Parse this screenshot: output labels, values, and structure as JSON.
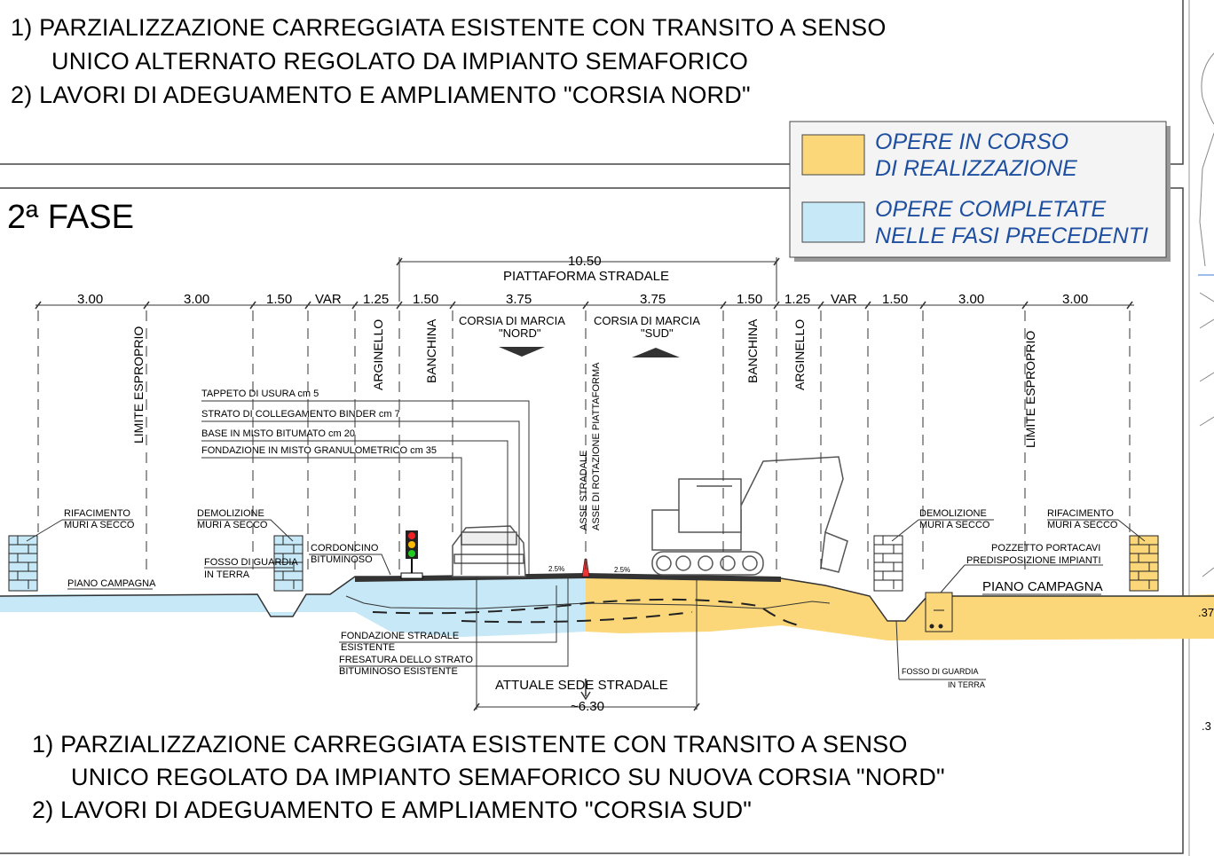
{
  "phase1": {
    "note1_line1": "1) PARZIALIZZAZIONE CARREGGIATA ESISTENTE CON TRANSITO A SENSO",
    "note1_line2": "UNICO ALTERNATO REGOLATO DA IMPIANTO SEMAFORICO",
    "note2": "2) LAVORI DI ADEGUAMENTO E AMPLIAMENTO \"CORSIA NORD\""
  },
  "legend": {
    "in_progress_line1": "OPERE IN CORSO",
    "in_progress_line2": "DI REALIZZAZIONE",
    "completed_line1": "OPERE COMPLETATE",
    "completed_line2": "NELLE FASI PRECEDENTI",
    "in_progress_color": "#fcd77a",
    "completed_color": "#c6e8f7"
  },
  "phase2": {
    "title": "2ª FASE",
    "platform_width": "10.50",
    "platform_label": "PIATTAFORMA STRADALE",
    "dims": [
      "3.00",
      "3.00",
      "1.50",
      "VAR",
      "1.25",
      "1.50",
      "3.75",
      "3.75",
      "1.50",
      "1.25",
      "VAR",
      "1.50",
      "3.00",
      "3.00"
    ],
    "lane_nord_1": "CORSIA DI MARCIA",
    "lane_nord_2": "\"NORD\"",
    "lane_sud_1": "CORSIA DI MARCIA",
    "lane_sud_2": "\"SUD\"",
    "limite": "LIMITE ESPROPRIO",
    "arginello": "ARGINELLO",
    "banchina": "BANCHINA",
    "axis_1": "ASSE STRADALE",
    "axis_2": "ASSE DI ROTAZIONE PIATTAFORMA",
    "layers": [
      "TAPPETO DI USURA cm 5",
      "STRATO DI COLLEGAMENTO BINDER cm 7",
      "BASE IN MISTO BITUMATO cm 20",
      "FONDAZIONE IN MISTO GRANULOMETRICO cm 35"
    ],
    "rifacimento_1": "RIFACIMENTO",
    "rifacimento_2": "MURI A SECCO",
    "demolizione_1": "DEMOLIZIONE",
    "demolizione_2": "MURI A SECCO",
    "cordoncino_1": "CORDONCINO",
    "cordoncino_2": "BITUMINOSO",
    "fosso_1": "FOSSO DI GUARDIA",
    "fosso_2": "IN TERRA",
    "piano_campagna": "PIANO CAMPAGNA",
    "pozzetto_1": "POZZETTO PORTACAVI",
    "pozzetto_2": "PREDISPOSIZIONE IMPIANTI",
    "slope": "2.5%",
    "fondazione_1": "FONDAZIONE STRADALE",
    "fondazione_2": "ESISTENTE",
    "fresatura_1": "FRESATURA DELLO STRATO",
    "fresatura_2": "BITUMINOSO ESISTENTE",
    "attuale": "ATTUALE SEDE STRADALE",
    "attuale_width": "~6.30",
    "note1_line1": "1) PARZIALIZZAZIONE CARREGGIATA ESISTENTE CON TRANSITO A SENSO",
    "note1_line2": "UNICO REGOLATO DA IMPIANTO SEMAFORICO SU NUOVA CORSIA \"NORD\"",
    "note2": "2) LAVORI DI ADEGUAMENTO E AMPLIAMENTO \"CORSIA SUD\""
  },
  "edge_marks": [
    ".37",
    ".3"
  ]
}
